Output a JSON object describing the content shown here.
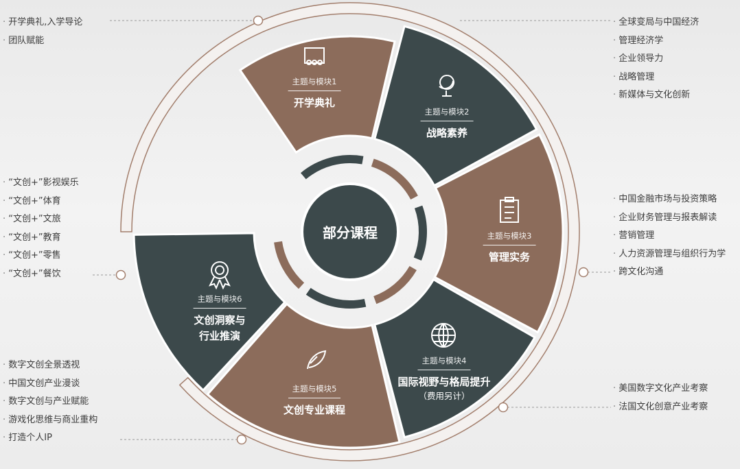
{
  "center": {
    "title": "部分课程"
  },
  "colors": {
    "brown": "#8c6c5b",
    "dark": "#3c494b",
    "ring": "#a27e6c"
  },
  "modules": [
    {
      "label": "主题与模块1",
      "title": "开学典礼",
      "icon": "classroom-icon"
    },
    {
      "label": "主题与模块2",
      "title": "战略素养",
      "icon": "globe-stand-icon"
    },
    {
      "label": "主题与模块3",
      "title": "管理实务",
      "icon": "clipboard-icon"
    },
    {
      "label": "主题与模块4",
      "title": "国际视野与格局提升",
      "subtitle": "（费用另计）",
      "icon": "world-icon"
    },
    {
      "label": "主题与模块5",
      "title": "文创专业课程",
      "icon": "feather-icon"
    },
    {
      "label": "主题与模块6",
      "title_line1": "文创洞察与",
      "title_line2": "行业推演",
      "icon": "award-icon"
    }
  ],
  "lists": {
    "module1": [
      "开学典礼,入学导论",
      "团队赋能"
    ],
    "module2": [
      "全球变局与中国经济",
      "管理经济学",
      "企业领导力",
      "战略管理",
      "新媒体与文化创新"
    ],
    "module3": [
      "中国金融市场与投资策略",
      "企业财务管理与报表解读",
      "营销管理",
      "人力资源管理与组织行为学",
      "跨文化沟通"
    ],
    "module4": [
      "美国数字文化产业考察",
      "法国文化创意产业考察"
    ],
    "module5": [
      "数字文创全景透视",
      "中国文创产业漫谈",
      "数字文创与产业赋能",
      "游戏化思维与商业重构",
      "打造个人IP"
    ],
    "module6": [
      "“文创+”影视娱乐",
      "“文创+”体育",
      "“文创+”文旅",
      "“文创+”教育",
      "“文创+”零售",
      "“文创+”餐饮"
    ]
  }
}
